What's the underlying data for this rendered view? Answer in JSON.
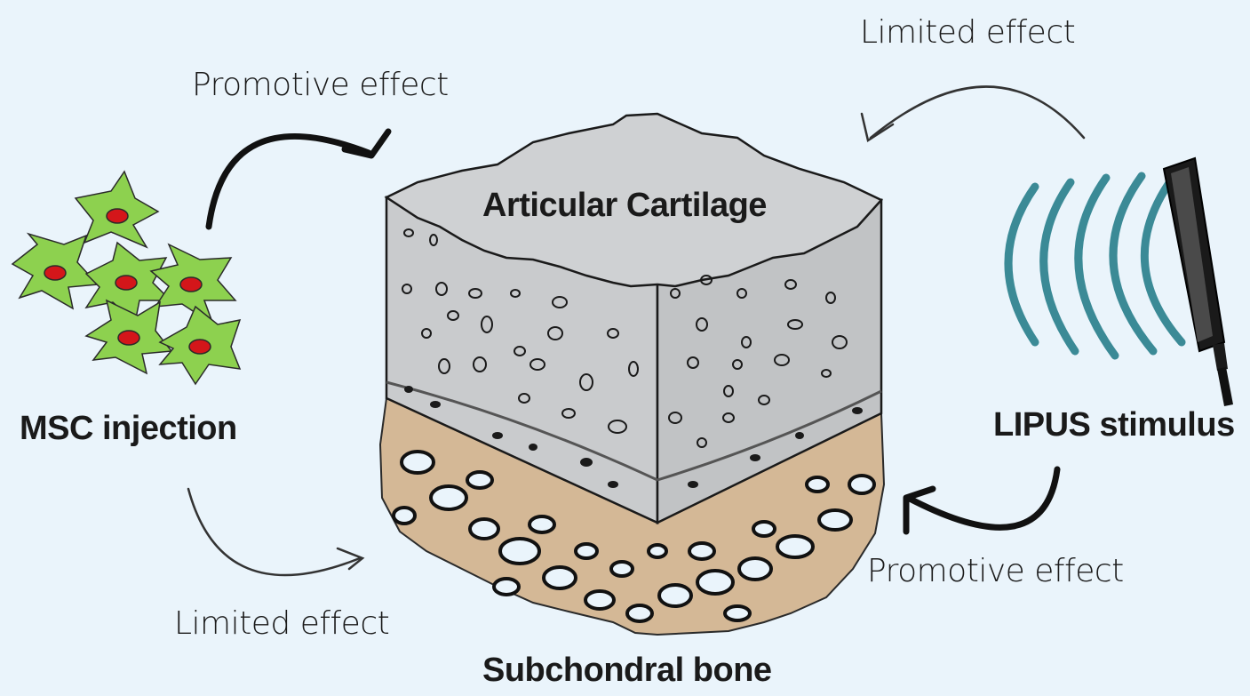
{
  "labels": {
    "top_left_effect": "Promotive effect",
    "top_right_effect": "Limited effect",
    "bottom_left_effect": "Limited effect",
    "bottom_right_effect": "Promotive effect",
    "msc": "MSC injection",
    "lipus": "LIPUS stimulus",
    "cartilage": "Articular Cartilage",
    "bone": "Subchondral bone"
  },
  "icons": {
    "cells": "msc-cell-icon",
    "transducer": "ultrasound-transducer-icon",
    "waves": "ultrasound-waves-icon",
    "tissue_block": "cartilage-bone-block-icon"
  },
  "colors": {
    "background": "#eaf4fb",
    "cartilage": "#c9cbcd",
    "bone": "#d4b896",
    "cell_body": "#8dd14f",
    "cell_nucleus": "#d4161a",
    "wave": "#3b8a96",
    "strong_arrow": "#111111",
    "weak_arrow": "#333333"
  }
}
